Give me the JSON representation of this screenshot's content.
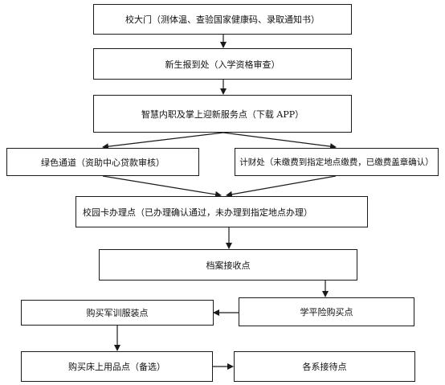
{
  "nodes": {
    "gate": "校大门（测体温、查验国家健康码、录取通知书）",
    "registration": "新生报到处（入学资格审查）",
    "smart_service": "智慧内职及掌上迎新服务点（下载 APP）",
    "green_channel": "绿色通道（资助中心贷款审核）",
    "finance": "计财处（未缴费到指定地点缴费，已缴费盖章确认）",
    "campus_card": "校园卡办理点（已办理确认通过，未办理到指定地点办理）",
    "archives": "档案接收点",
    "insurance": "学平险购买点",
    "military_uniform": "购买军训服装点",
    "bedding": "购买床上用品点（备选）",
    "department_reception": "各系接待点"
  }
}
